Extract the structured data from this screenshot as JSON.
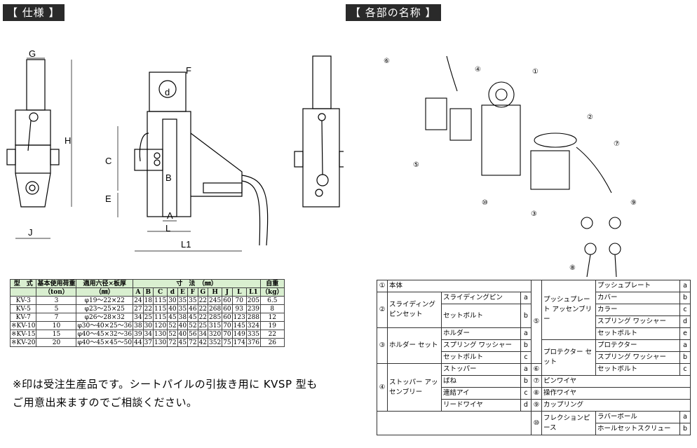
{
  "headers": {
    "spec": "【 仕様 】",
    "parts": "【 各部の名称 】"
  },
  "dims": {
    "G": "G",
    "H": "H",
    "J": "J",
    "F": "F",
    "d": "d",
    "C": "C",
    "E": "E",
    "B": "B",
    "A": "A",
    "L": "L",
    "L1": "L1"
  },
  "callouts": [
    "①",
    "②",
    "③",
    "④",
    "⑤",
    "⑥",
    "⑦",
    "⑧",
    "⑨",
    "⑩"
  ],
  "callout_letters": [
    "a",
    "b",
    "c",
    "d"
  ],
  "spec_table": {
    "h_model": "型　式",
    "h_load": "基本使用荷重",
    "h_load_unit": "（ton）",
    "h_size": "適用六径×板厚",
    "h_size_unit": "（㎜）",
    "h_dims": "寸　法　（㎜）",
    "h_weight": "自重",
    "h_weight_unit": "（kg）",
    "dim_cols": [
      "A",
      "B",
      "C",
      "d",
      "E",
      "F",
      "G",
      "H",
      "J",
      "L",
      "L1"
    ],
    "rows": [
      [
        "KV-3",
        "3",
        "φ19～22×22",
        "24",
        "18",
        "115",
        "30",
        "35",
        "35",
        "22",
        "245",
        "60",
        "70",
        "205",
        "6.5"
      ],
      [
        "KV-5",
        "5",
        "φ23～25×25",
        "27",
        "22",
        "115",
        "40",
        "35",
        "46",
        "22",
        "268",
        "60",
        "93",
        "239",
        "8"
      ],
      [
        "KV-7",
        "7",
        "φ26～28×32",
        "34",
        "25",
        "115",
        "45",
        "38",
        "45",
        "22",
        "285",
        "60",
        "123",
        "288",
        "12"
      ],
      [
        "※KV-10",
        "10",
        "φ30～40×25～36",
        "38",
        "30",
        "120",
        "52",
        "40",
        "52",
        "25",
        "315",
        "70",
        "145",
        "324",
        "19"
      ],
      [
        "※KV-15",
        "15",
        "φ40～45×32～36",
        "39",
        "34",
        "130",
        "52",
        "40",
        "56",
        "34",
        "320",
        "70",
        "149",
        "335",
        "22"
      ],
      [
        "※KV-20",
        "20",
        "φ40～45×45～50",
        "44",
        "37",
        "130",
        "72",
        "45",
        "72",
        "42",
        "352",
        "75",
        "174",
        "376",
        "26"
      ]
    ]
  },
  "note_line1": "※印は受注生産品です。シートパイルの引抜き用に KVSP 型も",
  "note_line2": "ご用意出来ますのでご相談ください。",
  "parts": {
    "p1": "本体",
    "p2": "スライディング ピンセット",
    "p2a": "スライディングピン",
    "p2b": "セットボルト",
    "p3": "ホルダー セット",
    "p3a": "ホルダー",
    "p3b": "スプリング ワッシャー",
    "p3c": "セットボルト",
    "p4": "ストッパー アッセンブリー",
    "p4a": "ストッパー",
    "p4b": "ばね",
    "p4c": "連結アイ",
    "p4d": "リードワイヤ",
    "p5": "プッシュプレート アッセンブリー",
    "p5a": "プッシュプレート",
    "p5b": "カバー",
    "p5c": "カラー",
    "p5d": "スプリング ワッシャー",
    "p5e": "セットボルト",
    "p6": "プロテクター セット",
    "p6a": "プロテクター",
    "p6b": "スプリング ワッシャー",
    "p6c": "セットボルト",
    "p7": "ピンワイヤ",
    "p8": "操作ワイヤ",
    "p9": "カップリング",
    "p10": "フレクションピース",
    "p10a": "ラバーボール",
    "p10b": "ホールセットスクリュー"
  }
}
